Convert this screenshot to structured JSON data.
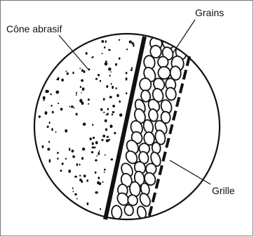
{
  "diagram": {
    "labels": {
      "cone": "Cône abrasif",
      "grains": "Grains",
      "grille": "Grille"
    },
    "colors": {
      "ink": "#111111",
      "background": "#ffffff",
      "frame": "#777777"
    }
  }
}
